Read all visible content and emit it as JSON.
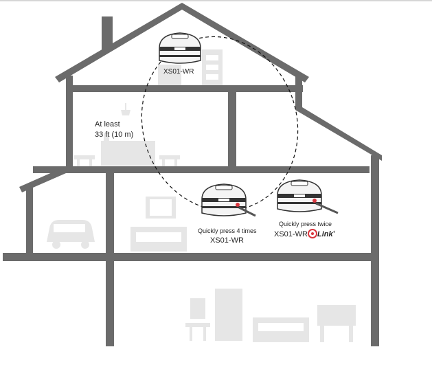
{
  "labels": {
    "attic_device": "XS01-WR",
    "distance_line1": "At least",
    "distance_line2": "33 ft (10 m)",
    "device_left_instruction": "Quickly press 4 times",
    "device_left_model": "XS01-WR",
    "device_right_instruction": "Quickly press  twice",
    "device_right_model": "XS01-WR",
    "link_brand": "Link",
    "link_brand_mark": "+"
  },
  "colors": {
    "wall": "#6b6b6b",
    "furniture": "#e6e6e6",
    "device_body": "#f4f4f4",
    "device_outline": "#333333",
    "indicator": "#d9363e"
  },
  "icons": [
    "house-outline",
    "smoke-alarm-device",
    "pin-tool",
    "car-icon",
    "tv-icon",
    "sofa-icon",
    "bed-icon",
    "lamp-icon",
    "link-logo-icon"
  ]
}
